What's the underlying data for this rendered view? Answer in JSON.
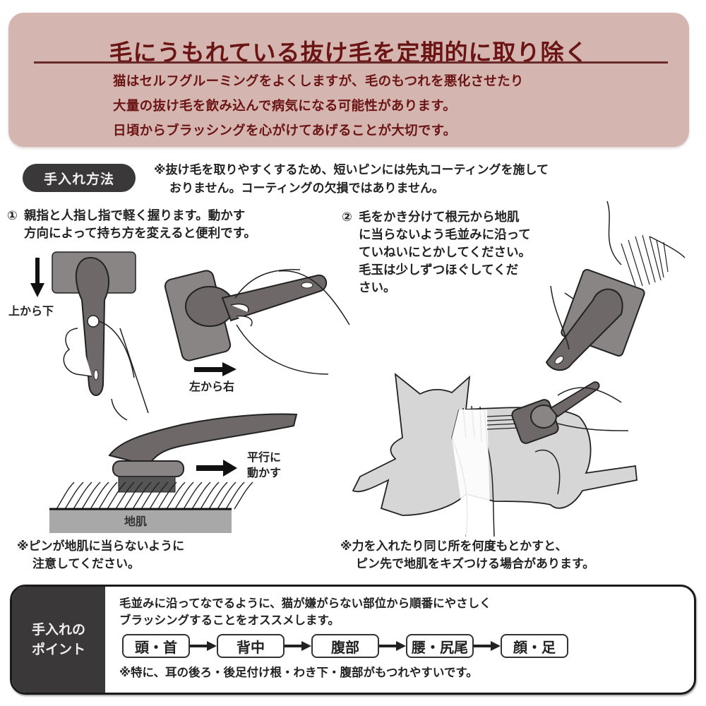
{
  "header": {
    "title": "毛にうもれている抜け毛を定期的に取り除く",
    "body_lines": [
      "猫はセルフグルーミングをよくしますが、毛のもつれを悪化させたり",
      "大量の抜け毛を飲み込んで病気になる可能性があります。",
      "日頃からブラッシングを心がけてあげることが大切です。"
    ],
    "panel_color": "#d5b5b0",
    "text_color": "#6b1414"
  },
  "method": {
    "tag_label": "手入れ方法",
    "note_lines": [
      "※抜け毛を取りやすくするため、短いピンには先丸コーティングを施して",
      "おりません。コーティングの欠損ではありません。"
    ]
  },
  "step1": {
    "number": "①",
    "lines": [
      "親指と人指し指で軽く握ります。動かす",
      "方向によって持ち方を変えると便利です。"
    ],
    "labels": {
      "top_to_bottom": "上から下",
      "left_to_right": "左から右",
      "move_parallel_1": "平行に",
      "move_parallel_2": "動かす",
      "skin": "地肌"
    },
    "caution_lines": [
      "※ピンが地肌に当らないように",
      "注意してください。"
    ]
  },
  "step2": {
    "number": "②",
    "lines": [
      "毛をかき分けて根元から地肌",
      "に当らないよう毛並みに沿って",
      "ていねいにとかしてください。",
      "毛玉は少しずつほぐしてくだ",
      "さい。"
    ],
    "caution_lines": [
      "※力を入れたり同じ所を何度もとかすと、",
      "ピン先で地肌をキズつける場合があります。"
    ]
  },
  "points": {
    "label_lines": [
      "手入れの",
      "ポイント"
    ],
    "text_lines": [
      "毛並みに沿ってなでるように、猫が嫌がらない部位から順番にやさしく",
      "ブラッシングすることをオススメします。"
    ],
    "flow": [
      {
        "label": "頭・首"
      },
      {
        "label": "背中"
      },
      {
        "label": "腹部"
      },
      {
        "label": "腰・尻尾"
      },
      {
        "label": "顔・足"
      }
    ],
    "note": "※特に、耳の後ろ・後足付け根・わき下・腹部がもつれやすいです。"
  },
  "colors": {
    "dark_tag": "#3a3838",
    "brush_gray": "#6e6868",
    "pad_gray": "#8a8585",
    "cat_gray": "#d6d6d6",
    "skin_gray": "#a8a8a8"
  }
}
